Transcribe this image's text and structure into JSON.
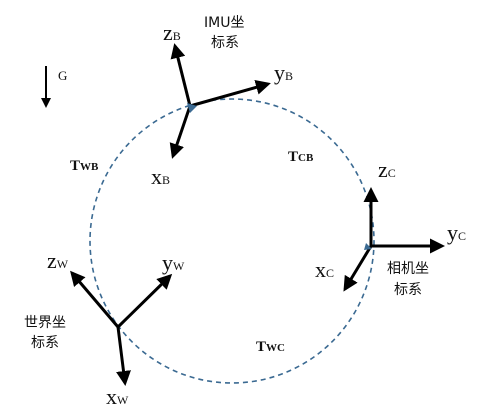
{
  "gravity": {
    "label": "G"
  },
  "frames": {
    "imu": {
      "z": {
        "main": "z",
        "sub": "B"
      },
      "y": {
        "main": "y",
        "sub": "B"
      },
      "x": {
        "main": "x",
        "sub": "B"
      },
      "caption_line1": "IMU坐",
      "caption_line2": "标系"
    },
    "camera": {
      "z": {
        "main": "z",
        "sub": "C"
      },
      "y": {
        "main": "y",
        "sub": "C"
      },
      "x": {
        "main": "x",
        "sub": "C"
      },
      "caption_line1": "相机坐",
      "caption_line2": "标系"
    },
    "world": {
      "z": {
        "main": "z",
        "sub": "W"
      },
      "y": {
        "main": "y",
        "sub": "W"
      },
      "x": {
        "main": "x",
        "sub": "W"
      },
      "caption_line1": "世界坐",
      "caption_line2": "标系"
    }
  },
  "transforms": {
    "wb": {
      "main": "T",
      "sub": "WB"
    },
    "cb": {
      "main": "T",
      "sub": "CB"
    },
    "wc": {
      "main": "T",
      "sub": "WC"
    }
  },
  "colors": {
    "circle": "#3b6a92",
    "axis": "#000000",
    "marker": "#3b6a92"
  }
}
